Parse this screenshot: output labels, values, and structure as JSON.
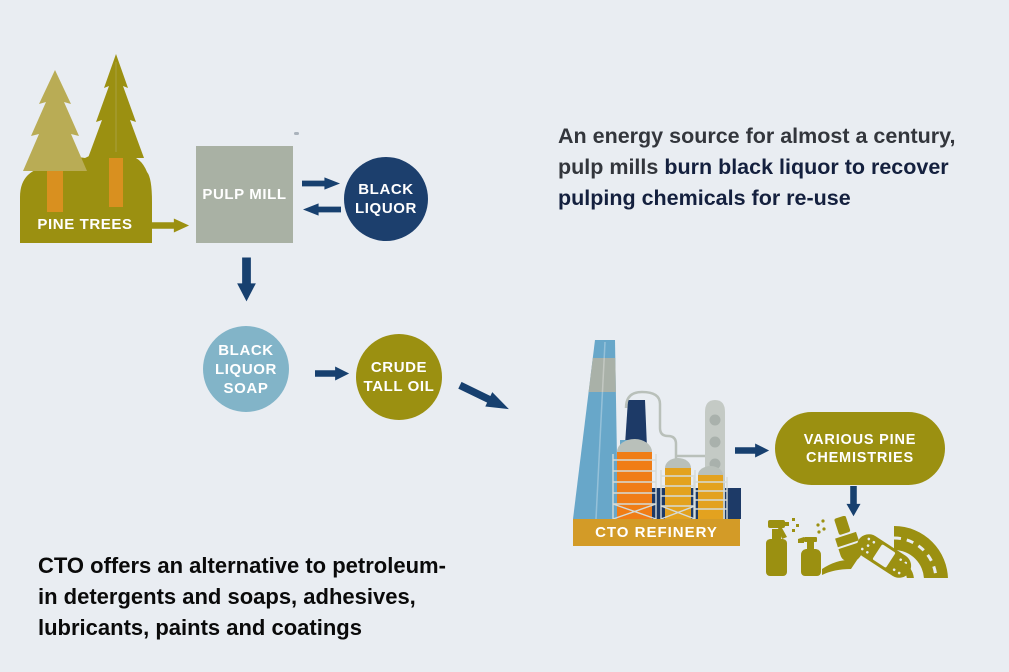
{
  "title": "Crude tall oil process infographic",
  "colors": {
    "background": "#e9edf2",
    "olive": "#9b9011",
    "olive_light_tree": "#b9ac55",
    "trunk_orange": "#d9901f",
    "pulp_mill_gray": "#a9b1a4",
    "navy": "#1c3f6d",
    "arrow_navy": "#17406f",
    "soap_blue": "#82b4c8",
    "chimney_blue": "#68a7c9",
    "tank_orange": "#f07d16",
    "tank_gold": "#e3a21f",
    "banner_ochre": "#d39b27",
    "column_gray": "#c4cac5",
    "text_navy": "#14203e",
    "text_charcoal": "#33363c",
    "text_black": "#0a0a0a"
  },
  "nodes": {
    "pine_trees": {
      "label": "PINE TREES"
    },
    "pulp_mill": {
      "label": "PULP MILL"
    },
    "black_liquor": {
      "line1": "BLACK",
      "line2": "LIQUOR"
    },
    "black_liquor_soap": {
      "line1": "BLACK",
      "line2": "LIQUOR",
      "line3": "SOAP"
    },
    "crude_tall_oil": {
      "line1": "CRUDE",
      "line2": "TALL OIL"
    },
    "cto_refinery": {
      "label": "CTO REFINERY"
    },
    "various_pine_chemistries": {
      "line1": "VARIOUS PINE",
      "line2": "CHEMISTRIES"
    }
  },
  "annotations": {
    "top_right": {
      "line1": "An energy source for almost a century,",
      "line2_start": "pulp mills ",
      "line2_end": "burn black liquor to recover",
      "line3": "pulping chemicals for re-use"
    },
    "bottom_left": {
      "line1": "CTO offers an alternative to petroleum-",
      "line2": "in detergents and soaps, adhesives,",
      "line3": "lubricants, paints and coatings"
    }
  },
  "product_icons": [
    "spray-bottle",
    "soap-dispenser",
    "paint-brush",
    "adhesive-bandage",
    "road"
  ]
}
